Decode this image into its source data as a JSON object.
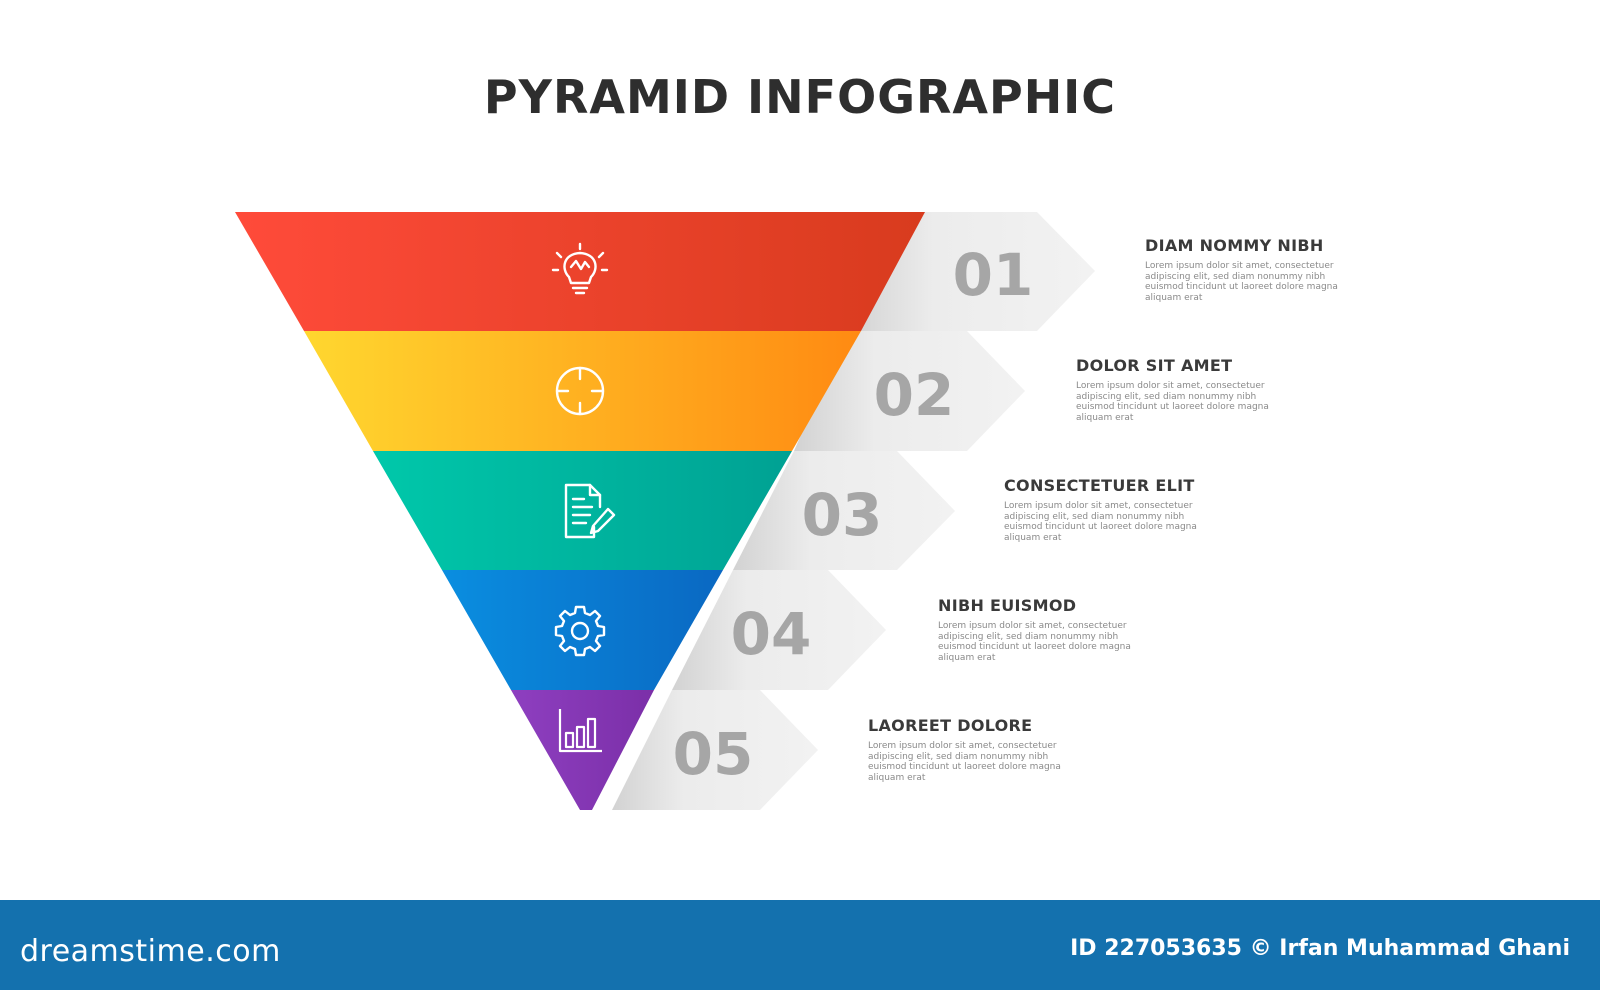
{
  "title": "PYRAMID INFOGRAPHIC",
  "colors": {
    "layer1": [
      "#ff4b3a",
      "#d83b1e"
    ],
    "layer2": [
      "#ffd72f",
      "#ff8a12"
    ],
    "layer3": [
      "#00c8aa",
      "#00a193"
    ],
    "layer4": [
      "#0a8ee0",
      "#0a68c2"
    ],
    "layer5": [
      "#8e3fc0",
      "#7b2fa8"
    ],
    "tab": "#e7e7e7",
    "number": "#a6a6a6",
    "footer": "#1471ae"
  },
  "levels": [
    {
      "number": "01",
      "icon": "lightbulb-icon",
      "heading": "DIAM NOMMY NIBH",
      "text": "Lorem ipsum dolor sit amet, consectetuer adipiscing elit, sed diam nonummy nibh euismod tincidunt ut laoreet dolore magna aliquam erat"
    },
    {
      "number": "02",
      "icon": "target-icon",
      "heading": "DOLOR SIT AMET",
      "text": "Lorem ipsum dolor sit amet, consectetuer adipiscing elit, sed diam nonummy nibh euismod tincidunt ut laoreet dolore magna aliquam erat"
    },
    {
      "number": "03",
      "icon": "document-edit-icon",
      "heading": "CONSECTETUER ELIT",
      "text": "Lorem ipsum dolor sit amet, consectetuer adipiscing elit, sed diam nonummy nibh euismod tincidunt ut laoreet dolore magna aliquam erat"
    },
    {
      "number": "04",
      "icon": "gear-icon",
      "heading": "NIBH EUISMOD",
      "text": "Lorem ipsum dolor sit amet, consectetuer adipiscing elit, sed diam nonummy nibh euismod tincidunt ut laoreet dolore magna aliquam erat"
    },
    {
      "number": "05",
      "icon": "bar-chart-icon",
      "heading": "LAOREET DOLORE",
      "text": "Lorem ipsum dolor sit amet, consectetuer adipiscing elit, sed diam nonummy nibh euismod tincidunt ut laoreet dolore magna aliquam erat"
    }
  ],
  "footer": {
    "brand": "dreamstime.com",
    "credit": "ID 227053635 © Irfan Muhammad Ghani"
  }
}
